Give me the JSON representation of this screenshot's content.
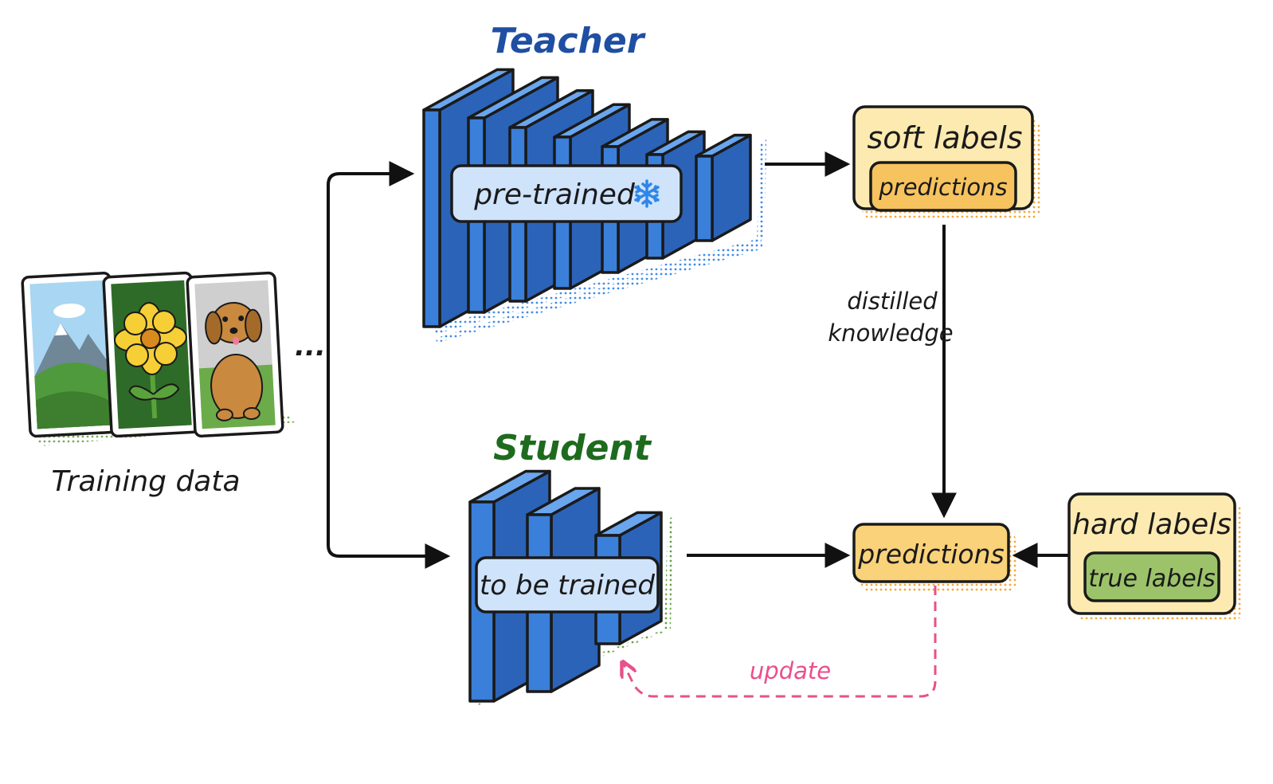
{
  "teacher": {
    "title": "Teacher",
    "status_label": "pre-trained",
    "status_icon": "snowflake-icon"
  },
  "student": {
    "title": "Student",
    "status_label": "to be trained"
  },
  "training_data": {
    "label": "Training data",
    "ellipsis": "...",
    "images": [
      "mountain-landscape",
      "yellow-flower",
      "puppy"
    ]
  },
  "soft_labels": {
    "title": "soft labels",
    "inner_label": "predictions"
  },
  "student_predictions": {
    "label": "predictions"
  },
  "hard_labels": {
    "title": "hard labels",
    "inner_label": "true labels"
  },
  "edges": {
    "distilled_line1": "distilled",
    "distilled_line2": "knowledge",
    "update": "update"
  },
  "colors": {
    "teacher_title": "#1f4fa3",
    "student_title": "#1e6b1e",
    "layer_blue": "#3a7fd9",
    "label_pill": "#cfe3fb",
    "soft_box": "#fdeab0",
    "pred_inner": "#f6c35f",
    "true_label": "#9cc36a",
    "update": "#e9508a"
  }
}
